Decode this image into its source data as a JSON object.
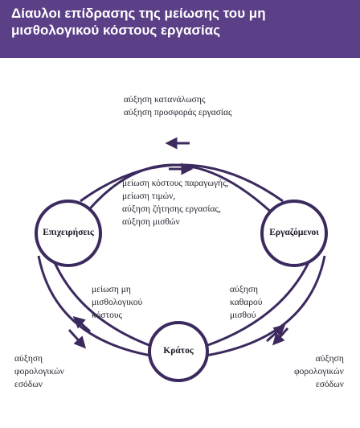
{
  "title_lines": [
    "Δίαυλοι επίδρασης της μείωσης του μη",
    "μισθολογικού κόστους εργασίας"
  ],
  "nodes": {
    "firms": "Επιχειρήσεις",
    "workers": "Εργαζόμενοι",
    "state": "Κράτος"
  },
  "labels": {
    "top": [
      "αύξηση κατανάλωσης",
      "αύξηση προσφοράς εργασίας"
    ],
    "middle": [
      "μείωση κόστους παραγωγής,",
      "μείωση τιμών,",
      "αύξηση ζήτησης εργασίας,",
      "αύξηση μισθών"
    ],
    "left_inner": [
      "μείωση μη",
      "μισθολογικού",
      "κόστους"
    ],
    "right_inner": [
      "αύξηση",
      "καθαρού",
      "μισθού"
    ],
    "left_outer": [
      "αύξηση",
      "φορολογικών",
      "εσόδων"
    ],
    "right_outer": [
      "αύξηση",
      "φορολογικών",
      "εσόδων"
    ]
  },
  "colors": {
    "header": "#5b3f87",
    "stroke": "#3c2a5e"
  }
}
